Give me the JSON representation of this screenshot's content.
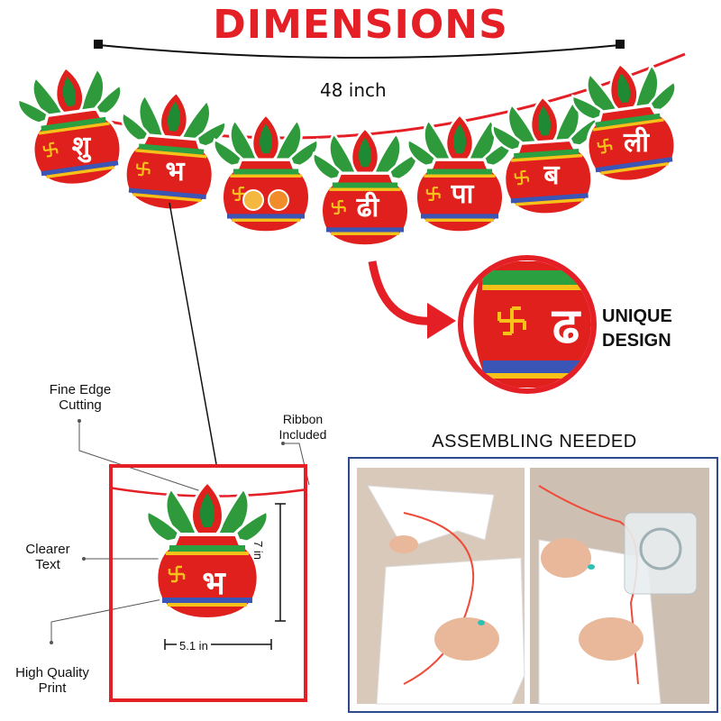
{
  "title": "DIMENSIONS",
  "banner": {
    "width_label": "48 inch",
    "letters": [
      "शु",
      "भ",
      "",
      "ढी",
      "पा",
      "ब",
      "ली"
    ]
  },
  "unique": {
    "line1": "UNIQUE",
    "line2": "DESIGN",
    "letter": "ढ"
  },
  "detail": {
    "letter": "भ",
    "height_label": "7 in",
    "width_label": "5.1 in"
  },
  "callouts": {
    "fine_edge": [
      "Fine Edge",
      "Cutting"
    ],
    "ribbon": [
      "Ribbon",
      "Included"
    ],
    "clearer": [
      "Clearer",
      "Text"
    ],
    "high_quality": [
      "High Quality",
      "Print"
    ]
  },
  "assembling_title": "ASSEMBLING NEEDED",
  "colors": {
    "red": "#e41f25",
    "pot_red": "#e0201c",
    "leaf_green": "#2f9a3c",
    "frame_blue": "#2c4a8c"
  }
}
